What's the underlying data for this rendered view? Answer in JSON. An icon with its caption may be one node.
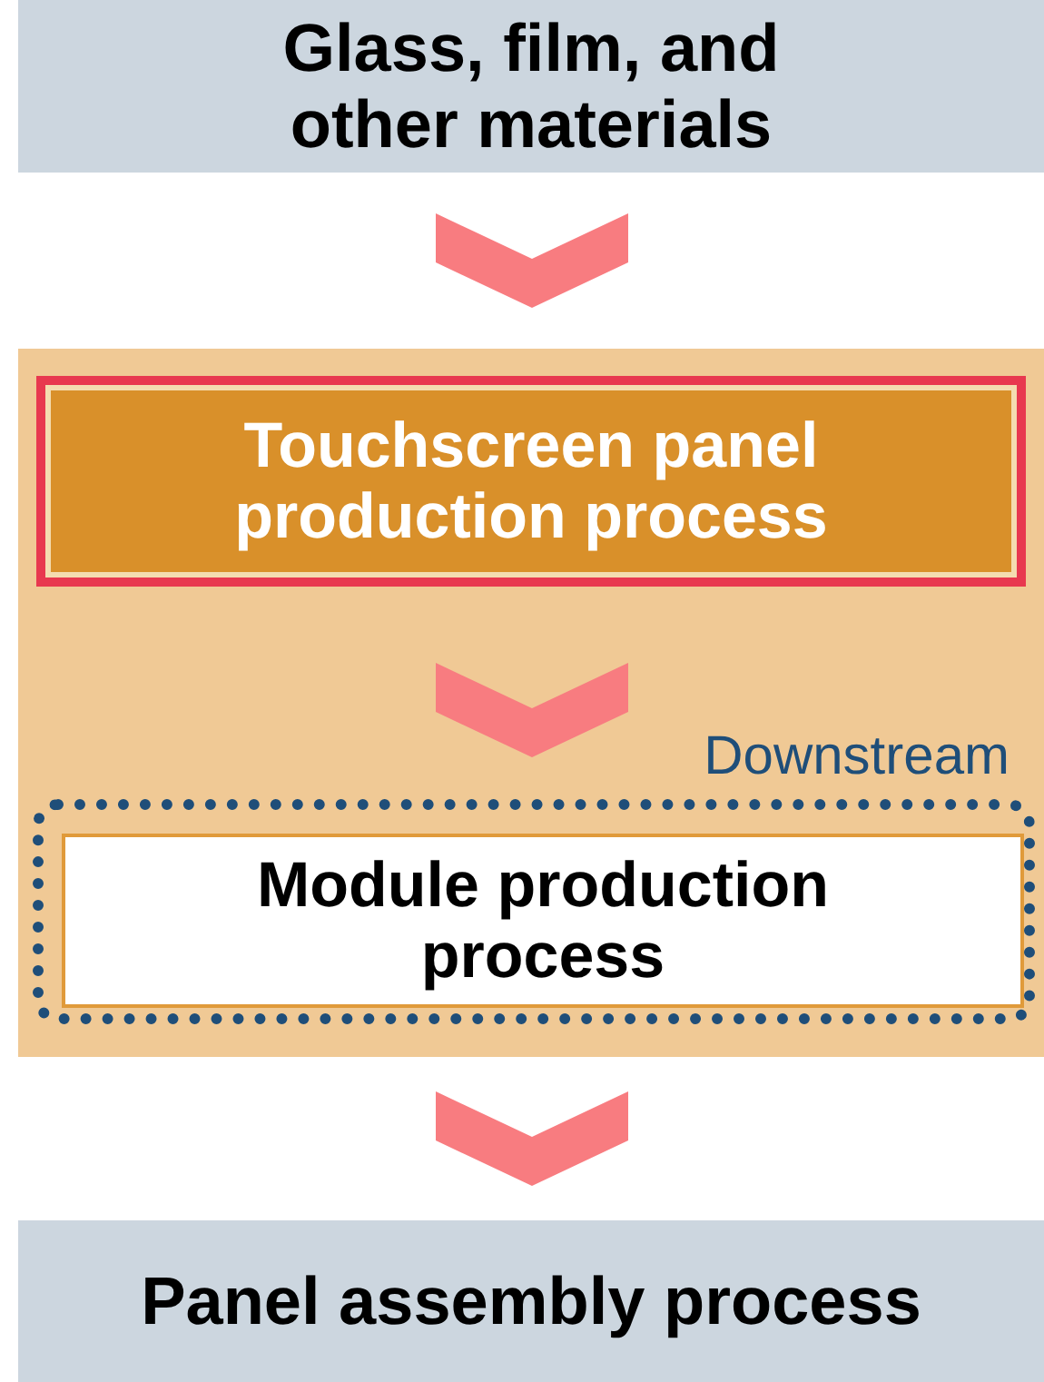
{
  "diagram": {
    "nodes": [
      {
        "text": [
          "Glass, film, and other materials"
        ]
      },
      {
        "text": [],
        "shape": "box"
      },
      {
        "text": [
          "Touchscreen panel production process"
        ],
        "in": 1
      },
      {
        "text": [
          "Downstream"
        ],
        "in": 1
      },
      {
        "text": [
          "Module production process"
        ],
        "in": 3
      },
      {
        "text": [
          "Panel assembly process"
        ]
      }
    ],
    "edges": [
      {
        "from": 0,
        "to": 1,
        "arrow": "to"
      },
      {
        "from": 2,
        "to": 4,
        "arrow": "to"
      },
      {
        "from": 1,
        "to": 5,
        "arrow": "to"
      }
    ]
  }
}
